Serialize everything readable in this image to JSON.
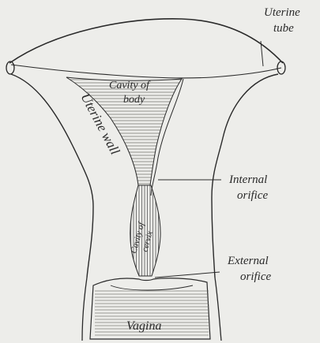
{
  "figure": {
    "labels": {
      "uterine_tube": [
        "Uterine",
        "tube"
      ],
      "internal_orifice": [
        "Internal",
        "orifice"
      ],
      "external_orifice": [
        "External",
        "orifice"
      ],
      "uterine_wall": "Uterine wall",
      "cavity_of_body": [
        "Cavity of",
        "body"
      ],
      "cavity_of_cervix": [
        "Cavity of",
        "cervix"
      ],
      "vagina": "Vagina"
    },
    "colors": {
      "background": "#ededea",
      "ink": "#2a2a2a",
      "shading": "#6b6b66"
    }
  }
}
